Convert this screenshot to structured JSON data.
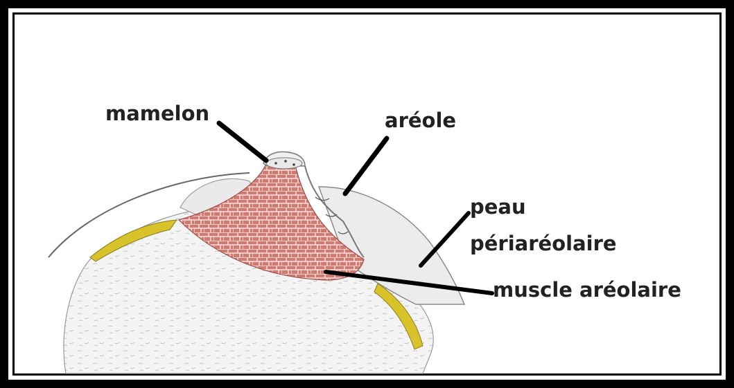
{
  "labels": {
    "mamelon": "mamelon",
    "areole": "aréole",
    "peau_line1": "peau",
    "peau_line2": "périaréolaire",
    "muscle": "muscle aréolaire"
  },
  "colors": {
    "frame": "#000000",
    "muscle": "#c9706a",
    "fat": "#d6c22c",
    "tissue": "#e8e8e8",
    "leader": "#000000"
  }
}
